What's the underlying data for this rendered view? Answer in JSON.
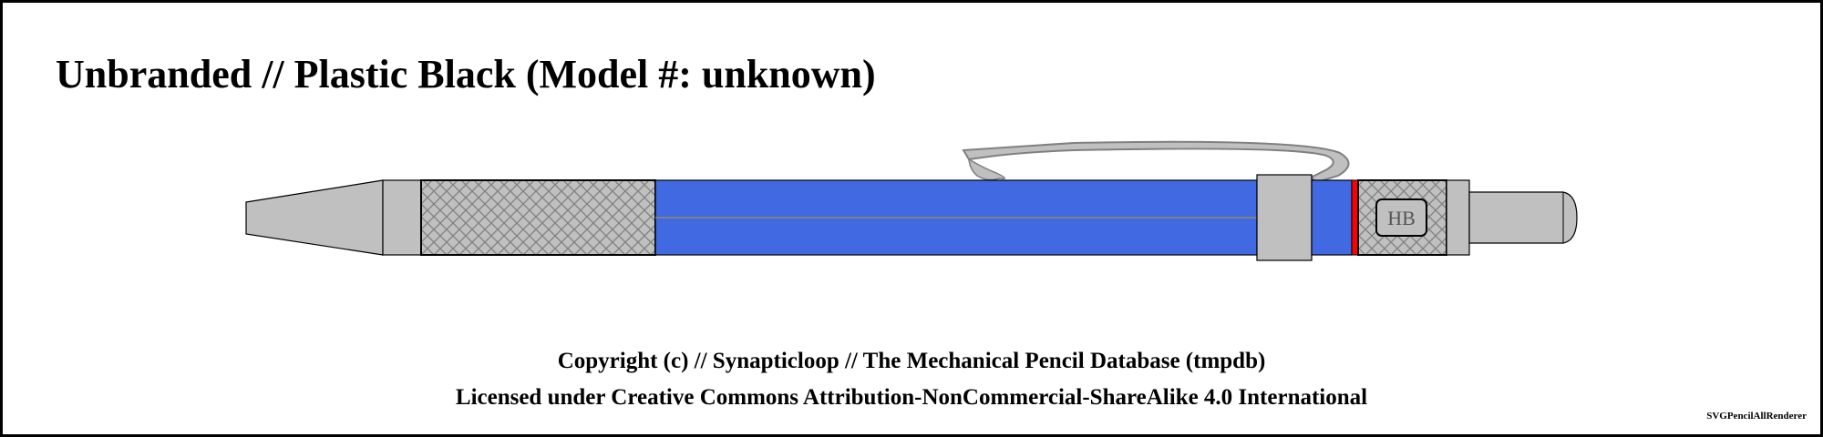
{
  "title": "Unbranded // Plastic Black (Model #: unknown)",
  "pencil": {
    "grade_label": "HB",
    "colors": {
      "body": "#4169e1",
      "metal": "#c0c0c0",
      "outline": "#000000",
      "accent_ring": "#ff0000",
      "clip_edge": "#808080",
      "knurl_line": "#808080"
    }
  },
  "footer": {
    "copyright": "Copyright (c) // Synapticloop // The Mechanical Pencil Database (tmpdb)",
    "license": "Licensed under Creative Commons Attribution-NonCommercial-ShareAlike 4.0 International",
    "renderer": "SVGPencilAllRenderer"
  }
}
